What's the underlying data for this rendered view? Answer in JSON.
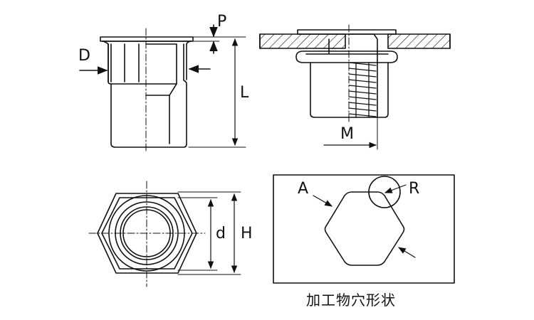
{
  "labels": {
    "D": "D",
    "P": "P",
    "L": "L",
    "M": "M",
    "d": "d",
    "H": "H",
    "A": "A",
    "R": "R"
  },
  "caption": "加工物穴形状",
  "colors": {
    "stroke": "#111111",
    "background": "#ffffff",
    "hatch": "#111111"
  }
}
